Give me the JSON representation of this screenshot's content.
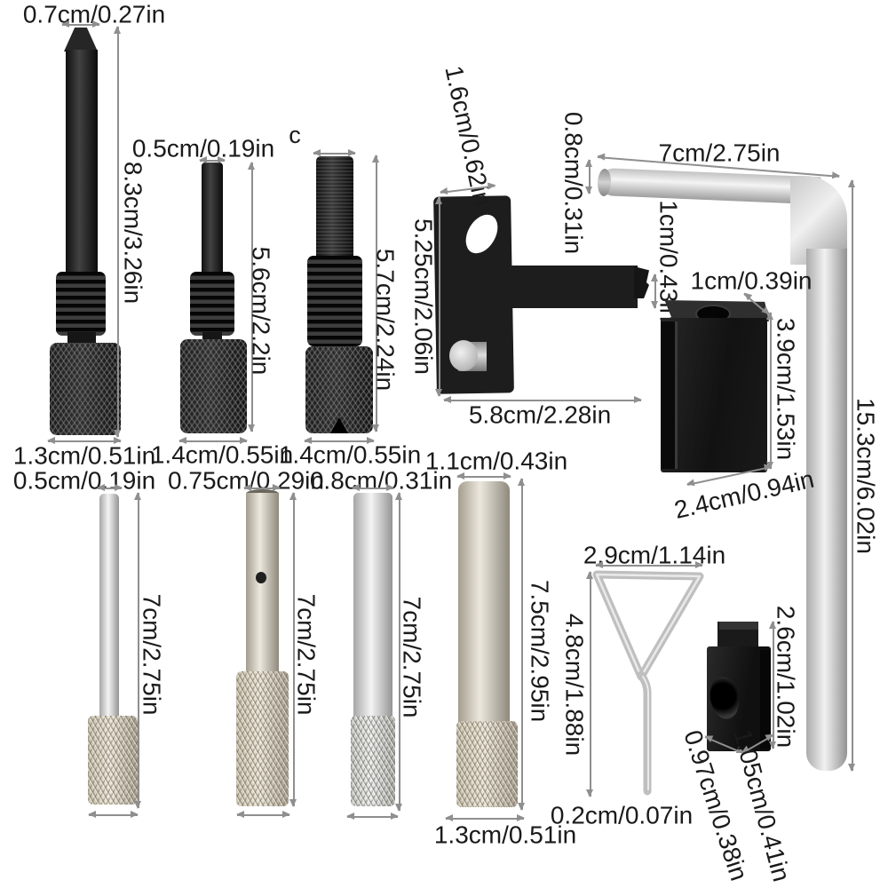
{
  "palette": {
    "background": "#ffffff",
    "label_text": "#1a1a1a",
    "arrow_gray": "#8f8f8f",
    "tool_black": "#1d1d1d",
    "tool_silver": "#d9d9d9"
  },
  "figure": {
    "tools": {
      "pin_black_long": {
        "diameter": "0.7cm/0.27in",
        "length": "8.3cm/3.26in",
        "base_diameter": "1.3cm/0.51in"
      },
      "pin_black_short": {
        "diameter": "0.5cm/0.19in",
        "length": "5.6cm/2.2in",
        "base_diameter": "1.4cm/0.55in"
      },
      "pin_black_threaded": {
        "marker": "c",
        "length": "5.7cm/2.24in",
        "base_diameter": "1.4cm/0.55in"
      },
      "locking_bracket": {
        "top_width": "1.6cm/0.62in",
        "height": "5.25cm/2.06in",
        "width": "5.8cm/2.28in",
        "tab_height": "1.1cm/0.43in"
      },
      "hex_key": {
        "rod_diameter": "0.8cm/0.31in",
        "short_arm": "7cm/2.75in",
        "long_arm": "15.3cm/6.02in"
      },
      "tensioner_block": {
        "hole": "1cm/0.39in",
        "height": "3.9cm/1.53in",
        "width": "2.4cm/0.94in"
      },
      "pin_silver_thin": {
        "diameter": "0.5cm/0.19in",
        "length": "7cm/2.75in"
      },
      "pin_silver_cross": {
        "diameter": "0.75cm/0.29in",
        "length": "7cm/2.75in"
      },
      "pin_silver_medium": {
        "diameter": "0.8cm/0.31in",
        "length": "7cm/2.75in"
      },
      "pin_silver_thick": {
        "diameter": "1.1cm/0.43in",
        "length": "7.5cm/2.95in",
        "base_diameter": "1.3cm/0.51in"
      },
      "triangle_gauge": {
        "width": "2.9cm/1.14in",
        "height": "4.8cm/1.88in",
        "tip": "0.2cm/0.07in"
      },
      "t_nut": {
        "height": "2.6cm/1.02in",
        "depth": "0.97cm/0.38in",
        "width": "1.05cm/0.41in"
      }
    }
  }
}
